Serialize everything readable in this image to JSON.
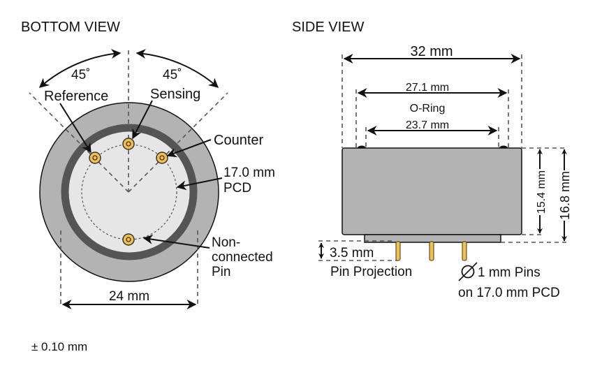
{
  "bottom_view": {
    "title": "BOTTOM VIEW",
    "angle_left": "45˚",
    "angle_right": "45˚",
    "labels": {
      "reference": "Reference",
      "sensing": "Sensing",
      "counter": "Counter",
      "pcd_line1": "17.0 mm",
      "pcd_line2": "PCD",
      "nc_line1": "Non-",
      "nc_line2": "connected",
      "nc_line3": "Pin"
    },
    "diameter": "24 mm"
  },
  "side_view": {
    "title": "SIDE VIEW",
    "width": "32 mm",
    "oring_outer": "27.1 mm",
    "oring_label": "O-Ring",
    "oring_inner": "23.7 mm",
    "body_height": "15.4 mm",
    "total_height": "16.8 mm",
    "pin_projection_value": "3.5 mm",
    "pin_projection_label": "Pin Projection",
    "pins_line1": "1 mm Pins",
    "pins_line2": "on 17.0 mm PCD"
  },
  "tolerance": "± 0.10 mm",
  "colors": {
    "body": "#b3b3b3",
    "ring": "#555555",
    "face": "#e6e6e6",
    "pin": "#f5c04a"
  }
}
